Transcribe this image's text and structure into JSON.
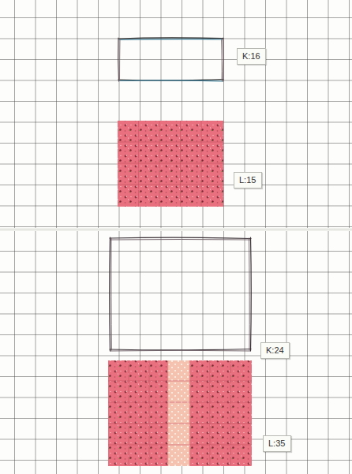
{
  "diagram": {
    "nodes": [
      {
        "text": [
          "K:16"
        ]
      },
      {
        "text": [
          "L:15"
        ]
      },
      {
        "text": [
          "K:24"
        ]
      },
      {
        "text": [
          "L:35"
        ]
      }
    ]
  }
}
